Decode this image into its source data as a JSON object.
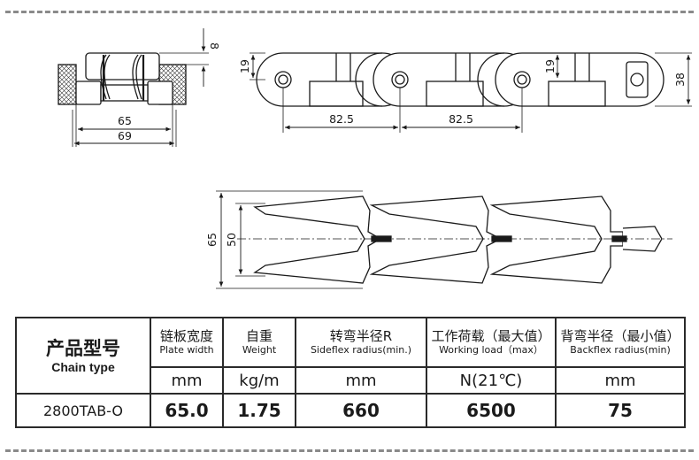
{
  "drawing": {
    "end_view": {
      "dim_thickness": "8",
      "dim_inner_width": "65",
      "dim_outer_width": "69"
    },
    "side_view": {
      "dim_height": "19",
      "dim_pin_height": "19",
      "dim_total_height": "38",
      "dim_pitch_1": "82.5",
      "dim_pitch_2": "82.5"
    },
    "top_view": {
      "dim_outer": "65",
      "dim_inner": "50"
    }
  },
  "table": {
    "header": {
      "type_zh": "产品型号",
      "type_en": "Chain type",
      "col1_zh": "链板宽度",
      "col1_en": "Plate width",
      "col2_zh": "自重",
      "col2_en": "Weight",
      "col3_zh": "转弯半径R",
      "col3_en": "Sideflex radius(min.)",
      "col4_zh": "工作荷载（最大值）",
      "col4_en": "Working load（max）",
      "col5_zh": "背弯半径（最小值）",
      "col5_en": "Backflex radius(min)"
    },
    "units": [
      "mm",
      "kg/m",
      "mm",
      "N(21℃)",
      "mm"
    ],
    "row": {
      "model": "2800TAB-O",
      "values": [
        "65.0",
        "1.75",
        "660",
        "6500",
        "75"
      ]
    }
  }
}
